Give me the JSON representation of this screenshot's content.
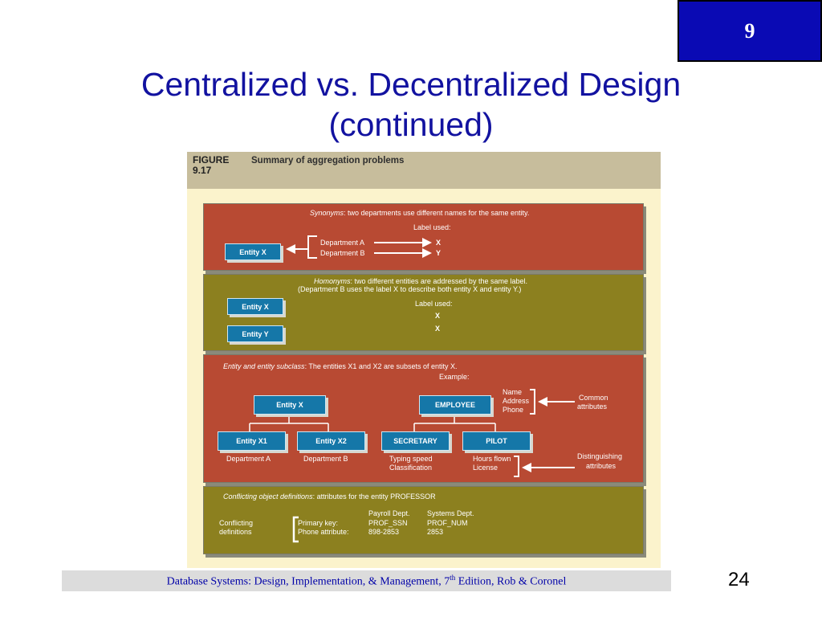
{
  "chapter_number": "9",
  "title_line1": "Centralized vs. Decentralized Design",
  "title_line2": "(continued)",
  "figure": {
    "number": "FIGURE\n9.17",
    "title": "Summary of aggregation problems",
    "synonyms": {
      "term": "Synonyms",
      "desc": ": two departments use different names for the same entity.",
      "label_used": "Label used:",
      "entity": "Entity X",
      "dept_a": "Department A",
      "dept_b": "Department B",
      "label_a": "X",
      "label_b": "Y"
    },
    "homonyms": {
      "term": "Homonyms",
      "desc": ": two different entities are addressed by the same label.",
      "note": "(Department B uses the label X to describe both entity X and entity Y.)",
      "label_used": "Label used:",
      "entity_1": "Entity X",
      "entity_2": "Entity Y",
      "label_1": "X",
      "label_2": "X"
    },
    "subclass": {
      "term": "Entity and entity subclass",
      "desc": ": The entities X1 and X2 are subsets of entity X.",
      "example": "Example:",
      "parent": "Entity X",
      "child_1": "Entity X1",
      "child_2": "Entity X2",
      "dept_a": "Department A",
      "dept_b": "Department B",
      "emp": "EMPLOYEE",
      "secretary": "SECRETARY",
      "pilot": "PILOT",
      "common_attrs": [
        "Name",
        "Address",
        "Phone"
      ],
      "common_label": [
        "Common",
        "attributes"
      ],
      "secretary_attrs": [
        "Typing speed",
        "Classification"
      ],
      "pilot_attrs": [
        "Hours flown",
        "License"
      ],
      "distinguishing_label": [
        "Distinguishing",
        "attributes"
      ]
    },
    "conflicting": {
      "term": "Conflicting object definitions",
      "desc": ": attributes for the entity PROFESSOR",
      "row_label": [
        "Conflicting",
        "definitions"
      ],
      "col_payroll": "Payroll Dept.",
      "col_systems": "Systems Dept.",
      "rows": [
        {
          "label": "Primary key:",
          "payroll": "PROF_SSN",
          "systems": "PROF_NUM"
        },
        {
          "label": "Phone attribute:",
          "payroll": "898-2853",
          "systems": "2853"
        }
      ]
    }
  },
  "footer": {
    "text_before": "Database Systems: Design, Implementation, & Management, 7",
    "sup": "th",
    "text_after": " Edition, Rob & Coronel"
  },
  "page_number": "24",
  "colors": {
    "chapter_box": "#0a0ab4",
    "title": "#1212a0",
    "red_section": "#b84a33",
    "olive_section": "#8c801f",
    "entity_box": "#1577a8",
    "figure_bg": "#fbf3cc",
    "footer_text": "#0000a8"
  }
}
